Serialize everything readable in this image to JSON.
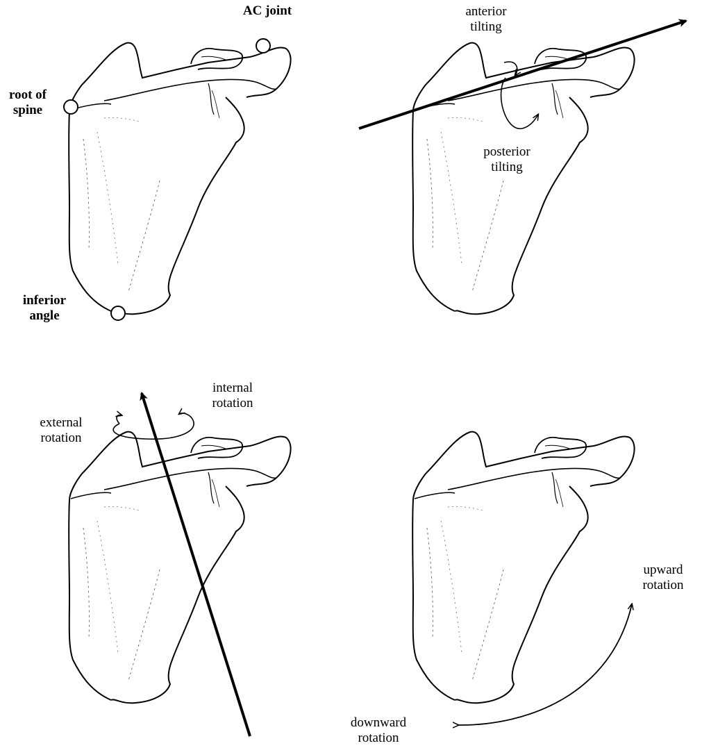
{
  "panels": {
    "landmarks": {
      "ac_joint": "AC joint",
      "root_of_spine": [
        "root of",
        "spine"
      ],
      "inferior_angle": [
        "inferior",
        "angle"
      ]
    },
    "tilting": {
      "anterior": [
        "anterior",
        "tilting"
      ],
      "posterior": [
        "posterior",
        "tilting"
      ]
    },
    "internal_external": {
      "internal": [
        "internal",
        "rotation"
      ],
      "external": [
        "external",
        "rotation"
      ]
    },
    "upward_downward": {
      "upward": [
        "upward",
        "rotation"
      ],
      "downward": [
        "downward",
        "rotation"
      ]
    }
  },
  "colors": {
    "line": "#000000",
    "background": "#ffffff"
  },
  "icon_names": [
    "scapula-drawing",
    "landmark-circle",
    "axis-arrow",
    "curved-rotation-arrow"
  ]
}
